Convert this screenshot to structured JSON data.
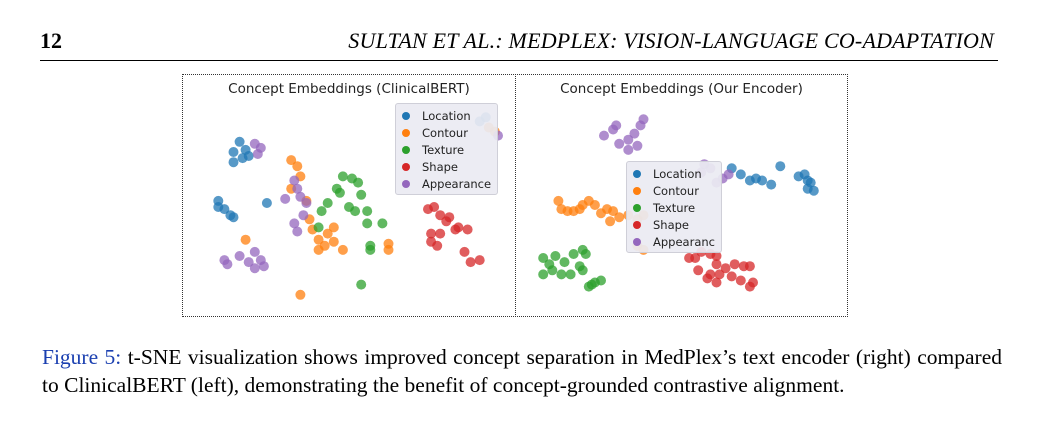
{
  "header": {
    "page_number": "12",
    "running_head": "SULTAN ET AL.: MEDPLEX: VISION-LANGUAGE CO-ADAPTATION"
  },
  "figure": {
    "caption_label": "Figure 5:",
    "caption_text": " t-SNE visualization shows improved concept separation in MedPlex’s text encoder (right) compared to ClinicalBERT (left), demonstrating the benefit of concept-grounded contrastive alignment."
  },
  "colors": {
    "Location": "#1f77b4",
    "Contour": "#ff7f0e",
    "Texture": "#2ca02c",
    "Shape": "#d62728",
    "Appearance": "#9467bd"
  },
  "chart_data": [
    {
      "type": "scatter",
      "title": "Concept Embeddings (ClinicalBERT)",
      "legend_placement": "top-right",
      "legend": [
        "Location",
        "Contour",
        "Texture",
        "Shape",
        "Appearance"
      ],
      "xlim": [
        0,
        100
      ],
      "ylim": [
        0,
        100
      ],
      "series": [
        {
          "name": "Location",
          "points": [
            [
              14,
              81
            ],
            [
              16,
              77
            ],
            [
              12,
              76
            ],
            [
              15,
              73
            ],
            [
              12,
              71
            ],
            [
              17,
              74
            ],
            [
              7,
              52
            ],
            [
              9,
              48
            ],
            [
              7,
              49
            ],
            [
              11,
              45
            ],
            [
              12,
              44
            ],
            [
              23,
              51
            ],
            [
              93,
              91
            ],
            [
              95,
              93
            ]
          ]
        },
        {
          "name": "Contour",
          "points": [
            [
              31,
              72
            ],
            [
              33,
              69
            ],
            [
              34,
              64
            ],
            [
              31,
              58
            ],
            [
              36,
              52
            ],
            [
              37,
              43
            ],
            [
              38,
              38
            ],
            [
              45,
              39
            ],
            [
              43,
              36
            ],
            [
              40,
              33
            ],
            [
              45,
              32
            ],
            [
              42,
              30
            ],
            [
              40,
              28
            ],
            [
              48,
              28
            ],
            [
              63,
              31
            ],
            [
              63,
              28
            ],
            [
              16,
              33
            ],
            [
              34,
              6
            ],
            [
              96,
              88
            ],
            [
              98,
              86
            ]
          ]
        },
        {
          "name": "Texture",
          "points": [
            [
              48,
              64
            ],
            [
              51,
              63
            ],
            [
              53,
              61
            ],
            [
              46,
              58
            ],
            [
              47,
              56
            ],
            [
              54,
              55
            ],
            [
              43,
              51
            ],
            [
              50,
              49
            ],
            [
              52,
              47
            ],
            [
              56,
              47
            ],
            [
              41,
              47
            ],
            [
              40,
              39
            ],
            [
              56,
              41
            ],
            [
              61,
              41
            ],
            [
              57,
              30
            ],
            [
              57,
              28
            ],
            [
              54,
              11
            ]
          ]
        },
        {
          "name": "Shape",
          "points": [
            [
              76,
              48
            ],
            [
              78,
              49
            ],
            [
              80,
              45
            ],
            [
              82,
              42
            ],
            [
              83,
              44
            ],
            [
              86,
              39
            ],
            [
              80,
              36
            ],
            [
              77,
              36
            ],
            [
              85,
              38
            ],
            [
              89,
              38
            ],
            [
              77,
              32
            ],
            [
              79,
              30
            ],
            [
              88,
              27
            ],
            [
              90,
              22
            ],
            [
              93,
              23
            ]
          ]
        },
        {
          "name": "Appearance",
          "points": [
            [
              19,
              80
            ],
            [
              21,
              78
            ],
            [
              20,
              75
            ],
            [
              32,
              62
            ],
            [
              33,
              58
            ],
            [
              34,
              54
            ],
            [
              29,
              53
            ],
            [
              36,
              51
            ],
            [
              35,
              45
            ],
            [
              32,
              41
            ],
            [
              33,
              37
            ],
            [
              9,
              23
            ],
            [
              10,
              21
            ],
            [
              14,
              25
            ],
            [
              17,
              22
            ],
            [
              19,
              27
            ],
            [
              21,
              23
            ],
            [
              22,
              20
            ],
            [
              19,
              19
            ],
            [
              99,
              84
            ]
          ]
        }
      ]
    },
    {
      "type": "scatter",
      "title": "Concept Embeddings (Our Encoder)",
      "legend_placement": "center",
      "legend": [
        "Location",
        "Contour",
        "Texture",
        "Shape",
        "Appearanc"
      ],
      "xlim": [
        0,
        100
      ],
      "ylim": [
        0,
        100
      ],
      "series": [
        {
          "name": "Location",
          "points": [
            [
              67,
              68
            ],
            [
              70,
              65
            ],
            [
              73,
              62
            ],
            [
              75,
              63
            ],
            [
              77,
              62
            ],
            [
              80,
              60
            ],
            [
              83,
              69
            ],
            [
              89,
              64
            ],
            [
              91,
              65
            ],
            [
              92,
              62
            ],
            [
              93,
              61
            ],
            [
              92,
              58
            ],
            [
              94,
              57
            ]
          ]
        },
        {
          "name": "Contour",
          "points": [
            [
              10,
              52
            ],
            [
              11,
              48
            ],
            [
              13,
              47
            ],
            [
              15,
              47
            ],
            [
              17,
              48
            ],
            [
              18,
              50
            ],
            [
              20,
              52
            ],
            [
              22,
              50
            ],
            [
              26,
              48
            ],
            [
              24,
              46
            ],
            [
              28,
              47
            ],
            [
              27,
              42
            ],
            [
              30,
              44
            ],
            [
              33,
              45
            ],
            [
              36,
              43
            ],
            [
              38,
              45
            ],
            [
              36,
              30
            ],
            [
              38,
              28
            ]
          ]
        },
        {
          "name": "Texture",
          "points": [
            [
              5,
              24
            ],
            [
              7,
              21
            ],
            [
              9,
              25
            ],
            [
              12,
              22
            ],
            [
              15,
              26
            ],
            [
              18,
              28
            ],
            [
              19,
              26
            ],
            [
              17,
              20
            ],
            [
              18,
              18
            ],
            [
              14,
              16
            ],
            [
              8,
              18
            ],
            [
              11,
              16
            ],
            [
              5,
              16
            ],
            [
              22,
              12
            ],
            [
              24,
              13
            ],
            [
              20,
              10
            ],
            [
              21,
              11
            ]
          ]
        },
        {
          "name": "Shape",
          "points": [
            [
              57,
              27
            ],
            [
              60,
              26
            ],
            [
              62,
              25
            ],
            [
              55,
              24
            ],
            [
              53,
              24
            ],
            [
              62,
              21
            ],
            [
              65,
              19
            ],
            [
              68,
              21
            ],
            [
              71,
              20
            ],
            [
              73,
              20
            ],
            [
              56,
              18
            ],
            [
              60,
              16
            ],
            [
              63,
              16
            ],
            [
              67,
              15
            ],
            [
              70,
              13
            ],
            [
              74,
              12
            ],
            [
              73,
              10
            ],
            [
              59,
              14
            ],
            [
              62,
              12
            ]
          ]
        },
        {
          "name": "Appearance",
          "points": [
            [
              38,
              92
            ],
            [
              37,
              89
            ],
            [
              35,
              85
            ],
            [
              33,
              82
            ],
            [
              36,
              79
            ],
            [
              30,
              80
            ],
            [
              33,
              77
            ],
            [
              25,
              84
            ],
            [
              28,
              87
            ],
            [
              29,
              89
            ],
            [
              58,
              70
            ],
            [
              60,
              68
            ],
            [
              57,
              66
            ],
            [
              66,
              65
            ],
            [
              64,
              63
            ],
            [
              62,
              61
            ]
          ]
        }
      ]
    }
  ]
}
